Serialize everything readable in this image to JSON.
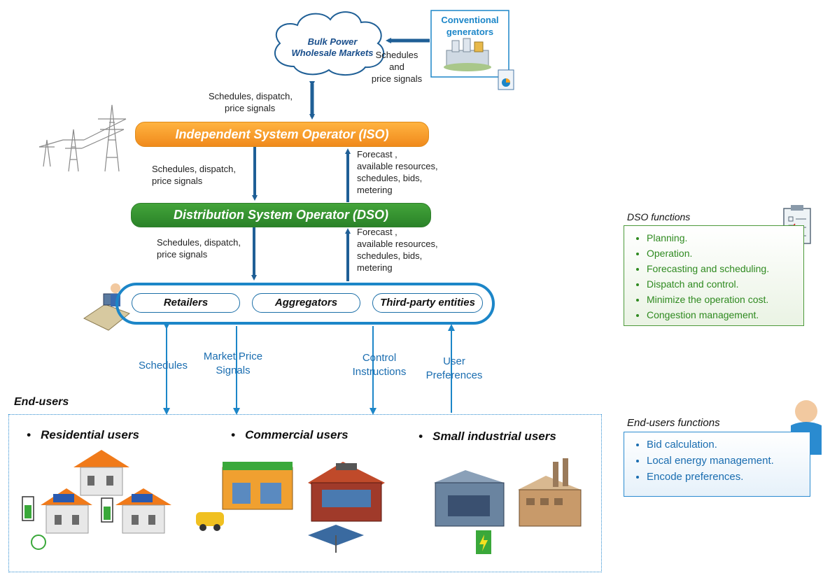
{
  "cloud": {
    "line1": "Bulk Power",
    "line2": "Wholesale Markets"
  },
  "conventional": {
    "line1": "Conventional",
    "line2": "generators"
  },
  "labels": {
    "sched_price_1": "Schedules",
    "sched_price_2": "and",
    "sched_price_3": "price signals",
    "sdp_top_1": "Schedules, dispatch,",
    "sdp_top_2": "price signals",
    "sdp_mid_1": "Schedules, dispatch,",
    "sdp_mid_2": "price signals",
    "sdp_low_1": "Schedules, dispatch,",
    "sdp_low_2": "price signals",
    "fc1_1": "Forecast ,",
    "fc1_2": "available resources,",
    "fc1_3": "schedules, bids,",
    "fc1_4": "metering",
    "fc2_1": "Forecast ,",
    "fc2_2": "available resources,",
    "fc2_3": "schedules, bids,",
    "fc2_4": "metering"
  },
  "iso": {
    "label": "Independent System Operator (ISO)"
  },
  "dso": {
    "label": "Distribution System Operator (DSO)"
  },
  "entities": [
    "Retailers",
    "Aggregators",
    "Third-party entities"
  ],
  "signals": {
    "schedules": "Schedules",
    "market_1": "Market Price",
    "market_2": "Signals",
    "control_1": "Control",
    "control_2": "Instructions",
    "user_1": "User",
    "user_2": "Preferences"
  },
  "end_users": {
    "title": "End-users",
    "residential": "Residential users",
    "commercial": "Commercial users",
    "industrial": "Small industrial users"
  },
  "dso_functions": {
    "title": "DSO functions",
    "items": [
      "Planning.",
      "Operation.",
      "Forecasting and scheduling.",
      "Dispatch and control.",
      "Minimize the operation cost.",
      "Congestion management."
    ]
  },
  "end_user_functions": {
    "title": "End-users functions",
    "items": [
      "Bid calculation.",
      "Local energy management.",
      "Encode preferences."
    ]
  },
  "colors": {
    "dark_blue": "#1f5f96",
    "light_blue": "#1c86c8",
    "iso_orange": "#f5a020",
    "dso_green": "#3a9a35",
    "panel_green": "#2f8a20"
  }
}
